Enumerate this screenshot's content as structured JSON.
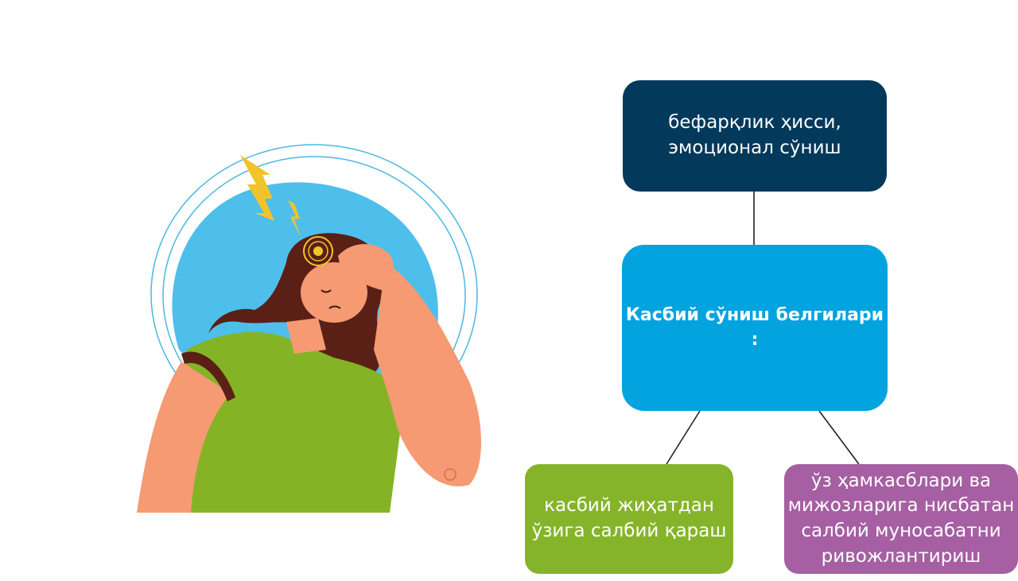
{
  "diagram": {
    "top_box": "бефарқлик ҳисси,\nэмоционал сўниш",
    "center_box": "Касбий сўниш белгилари :",
    "left_box": "касбий жиҳатдан\nўзига салбий қараш",
    "right_box": "ўз ҳамкасблари ва\nмижозларига нисбатан\nсалбий муносабатни\nривожлантириш"
  },
  "colors": {
    "top_box": "#03395b",
    "center_box": "#03a3e0",
    "left_box": "#85b42a",
    "right_box": "#a55fa2",
    "connector": "#222222"
  },
  "illustration": {
    "icon": "stressed-woman-headache-illustration"
  }
}
